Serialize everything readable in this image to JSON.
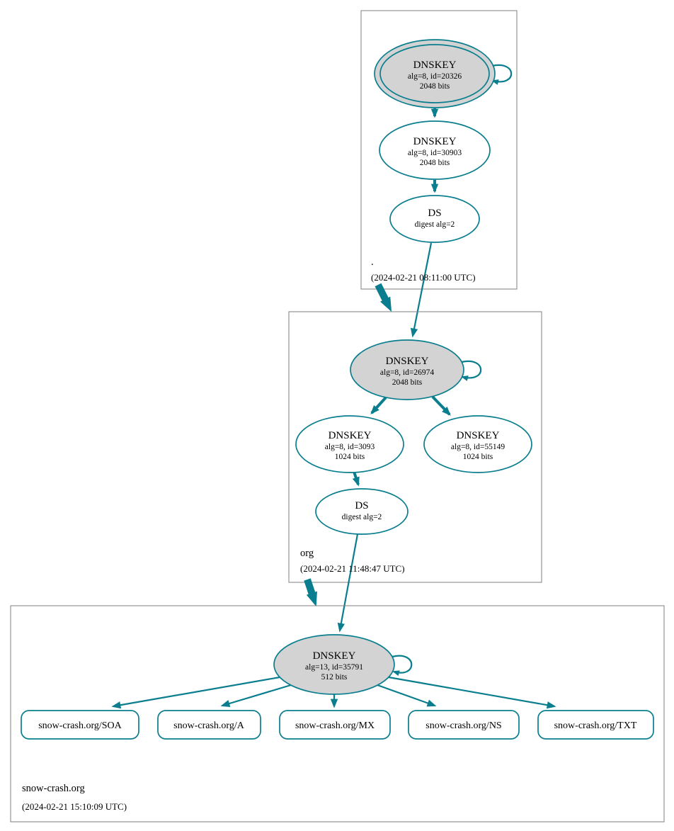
{
  "colors": {
    "accent_teal": "#0a7e8e",
    "ksk_fill_gray": "#d3d3d3",
    "node_fill_white": "#ffffff",
    "zone_border_gray": "#7f7f7f",
    "text_black": "#000000"
  },
  "zones": {
    "root": {
      "name": ".",
      "timestamp": "(2024-02-21 08:11:00 UTC)",
      "ksk": {
        "title": "DNSKEY",
        "line2": "alg=8, id=20326",
        "line3": "2048 bits"
      },
      "zsk": {
        "title": "DNSKEY",
        "line2": "alg=8, id=30903",
        "line3": "2048 bits"
      },
      "ds": {
        "title": "DS",
        "line2": "digest alg=2"
      }
    },
    "org": {
      "name": "org",
      "timestamp": "(2024-02-21 11:48:47 UTC)",
      "ksk": {
        "title": "DNSKEY",
        "line2": "alg=8, id=26974",
        "line3": "2048 bits"
      },
      "zsk1": {
        "title": "DNSKEY",
        "line2": "alg=8, id=3093",
        "line3": "1024 bits"
      },
      "zsk2": {
        "title": "DNSKEY",
        "line2": "alg=8, id=55149",
        "line3": "1024 bits"
      },
      "ds": {
        "title": "DS",
        "line2": "digest alg=2"
      }
    },
    "snowcrash": {
      "name": "snow-crash.org",
      "timestamp": "(2024-02-21 15:10:09 UTC)",
      "ksk": {
        "title": "DNSKEY",
        "line2": "alg=13, id=35791",
        "line3": "512 bits"
      },
      "rrsets": [
        {
          "label": "snow-crash.org/SOA"
        },
        {
          "label": "snow-crash.org/A"
        },
        {
          "label": "snow-crash.org/MX"
        },
        {
          "label": "snow-crash.org/NS"
        },
        {
          "label": "snow-crash.org/TXT"
        }
      ]
    }
  }
}
